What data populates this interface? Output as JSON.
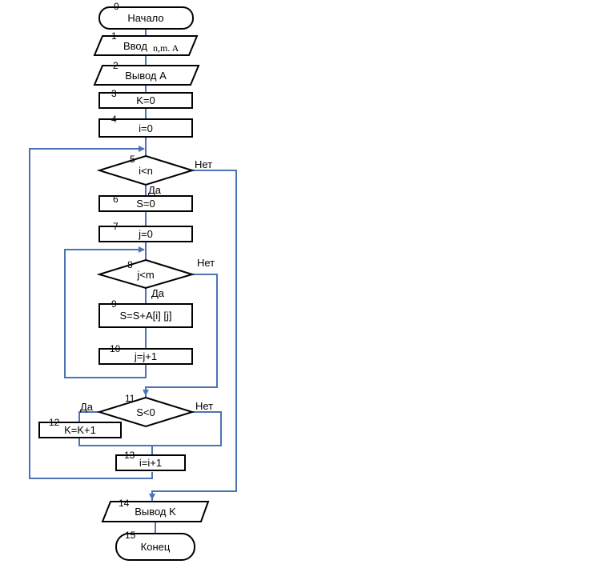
{
  "colors": {
    "connector": "#4a74b4",
    "outline": "#000000",
    "background": "#ffffff"
  },
  "blocks": [
    {
      "num": "0",
      "text": "Начало"
    },
    {
      "num": "1",
      "text": "Ввод",
      "extra": "n,m. A"
    },
    {
      "num": "2",
      "text": "Вывод А"
    },
    {
      "num": "3",
      "text": "K=0"
    },
    {
      "num": "4",
      "text": "i=0"
    },
    {
      "num": "5",
      "text": "i<n"
    },
    {
      "num": "6",
      "text": "S=0"
    },
    {
      "num": "7",
      "text": "j=0"
    },
    {
      "num": "8",
      "text": "j<m"
    },
    {
      "num": "9",
      "text": "S=S+A[i] [j]"
    },
    {
      "num": "10",
      "text": "j=j+1"
    },
    {
      "num": "11",
      "text": "S<0"
    },
    {
      "num": "12",
      "text": "K=K+1"
    },
    {
      "num": "13",
      "text": "i=i+1"
    },
    {
      "num": "14",
      "text": "Вывод K"
    },
    {
      "num": "15",
      "text": "Конец"
    }
  ],
  "branches": {
    "yes": "Да",
    "no": "Нет"
  }
}
